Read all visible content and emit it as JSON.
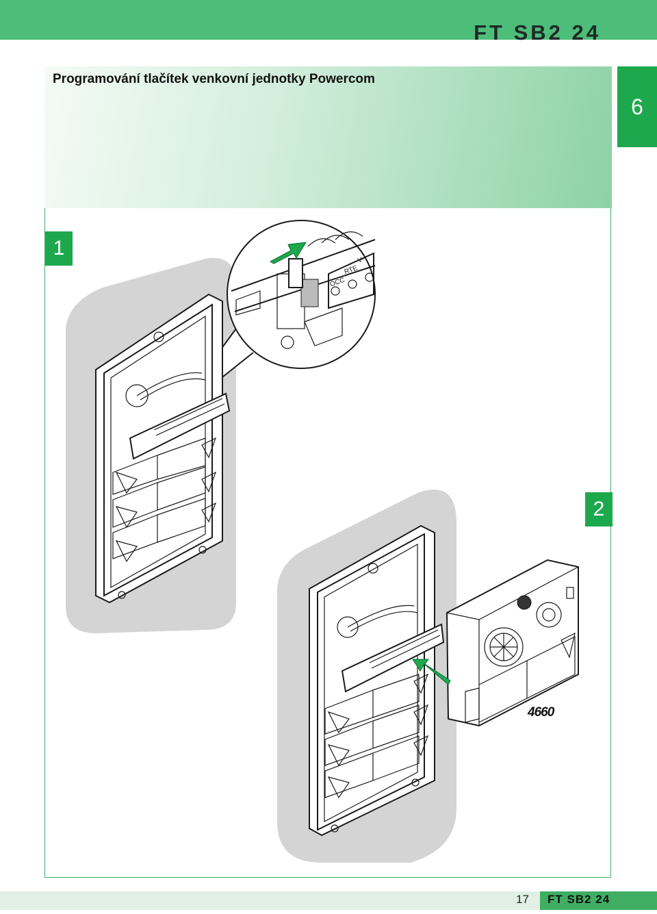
{
  "header": {
    "doc_code": "FT SB2 24",
    "title": "Programování tlačítek venkovní jednotky Powercom",
    "chapter_number": "6"
  },
  "steps": {
    "step1": "1",
    "step2": "2"
  },
  "illustration": {
    "zoom_labels": [
      "OCC",
      "RTE",
      "V-"
    ],
    "model_label": "4660"
  },
  "footer": {
    "page_number": "17",
    "doc_code": "FT SB2 24"
  },
  "colors": {
    "brand_green": "#1ea84d",
    "header_bar": "#4dbd7a",
    "frame": "#3fae63",
    "gray_backdrop": "#d4d4d4"
  }
}
